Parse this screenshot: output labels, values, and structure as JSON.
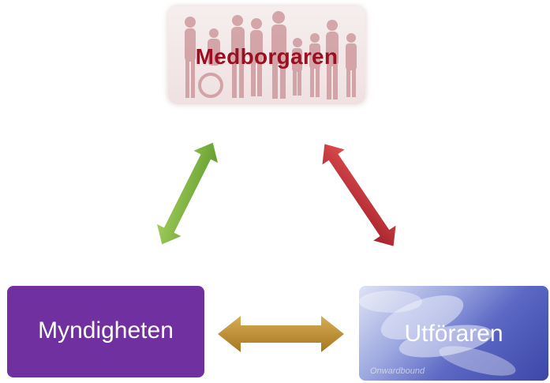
{
  "nodes": {
    "top": {
      "label": "Medborgaren"
    },
    "left": {
      "label": "Myndigheten"
    },
    "right": {
      "label": "Utföraren",
      "watermark": "Onwardbound"
    }
  },
  "arrows": {
    "top_left": {
      "color": "#7fb13a",
      "direction": "bidirectional"
    },
    "top_right": {
      "color": "#c0303a",
      "direction": "bidirectional"
    },
    "bottom": {
      "color": "#b88a2e",
      "direction": "bidirectional"
    }
  },
  "colors": {
    "top_label": "#9a1020",
    "left_box": "#7030a0",
    "right_box": "#5c68c4"
  }
}
